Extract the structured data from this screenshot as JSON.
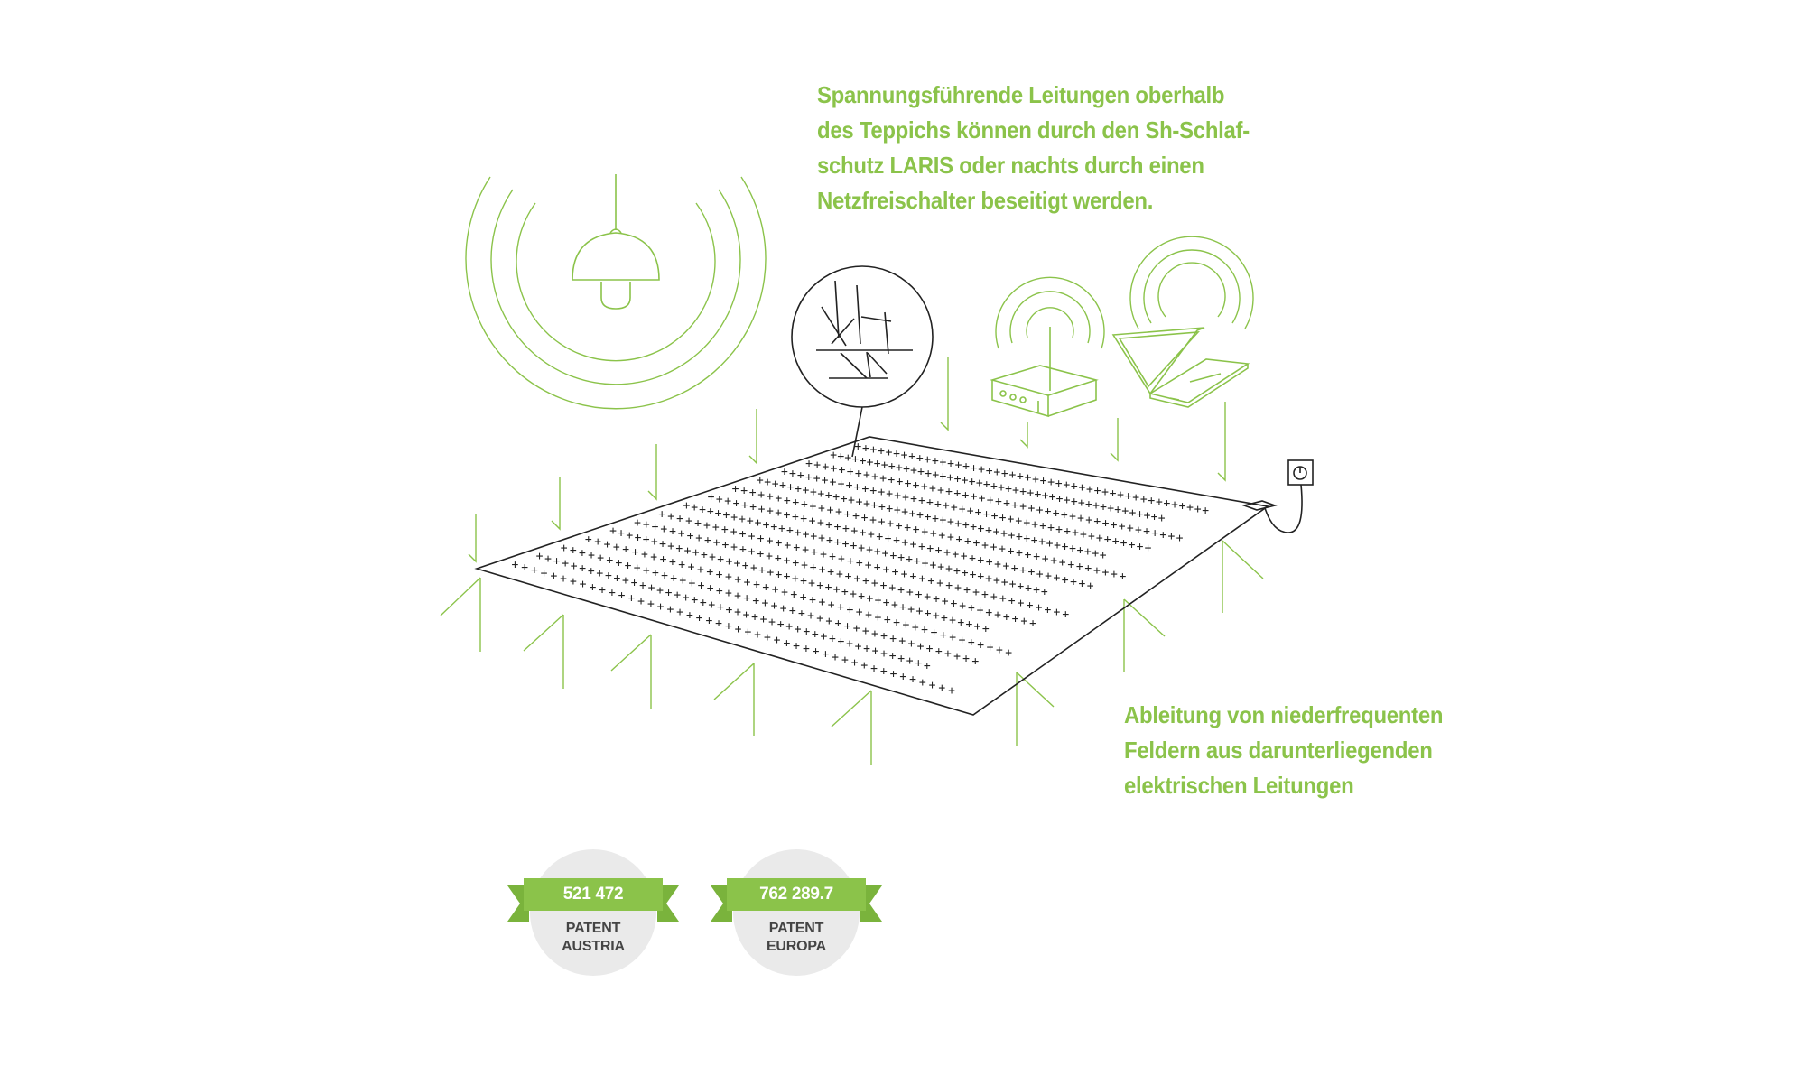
{
  "captions": {
    "top": [
      "Spannungsführende Leitungen oberhalb",
      "des Teppichs können durch den Sh-Schlaf-",
      "schutz LARIS oder nachts durch einen",
      "Netzfreischalter beseitigt werden."
    ],
    "bottom": [
      "Ableitung von niederfrequenten",
      "Feldern aus darunterliegenden",
      "elektrischen Leitungen"
    ]
  },
  "badges": [
    {
      "number": "521 472",
      "line1": "PATENT",
      "line2": "AUSTRIA"
    },
    {
      "number": "762 289.7",
      "line1": "PATENT",
      "line2": "EUROPA"
    }
  ],
  "illustration": {
    "icons": [
      "lamp-icon",
      "router-icon",
      "laptop-icon",
      "power-socket-icon",
      "fiber-magnifier-icon"
    ],
    "carpet_marker": "+",
    "colors": {
      "accent": "#8bc34a",
      "ribbon_dark": "#7ab33c",
      "line": "#222222",
      "badge_bg": "#eaeaea",
      "badge_text": "#444444"
    }
  }
}
